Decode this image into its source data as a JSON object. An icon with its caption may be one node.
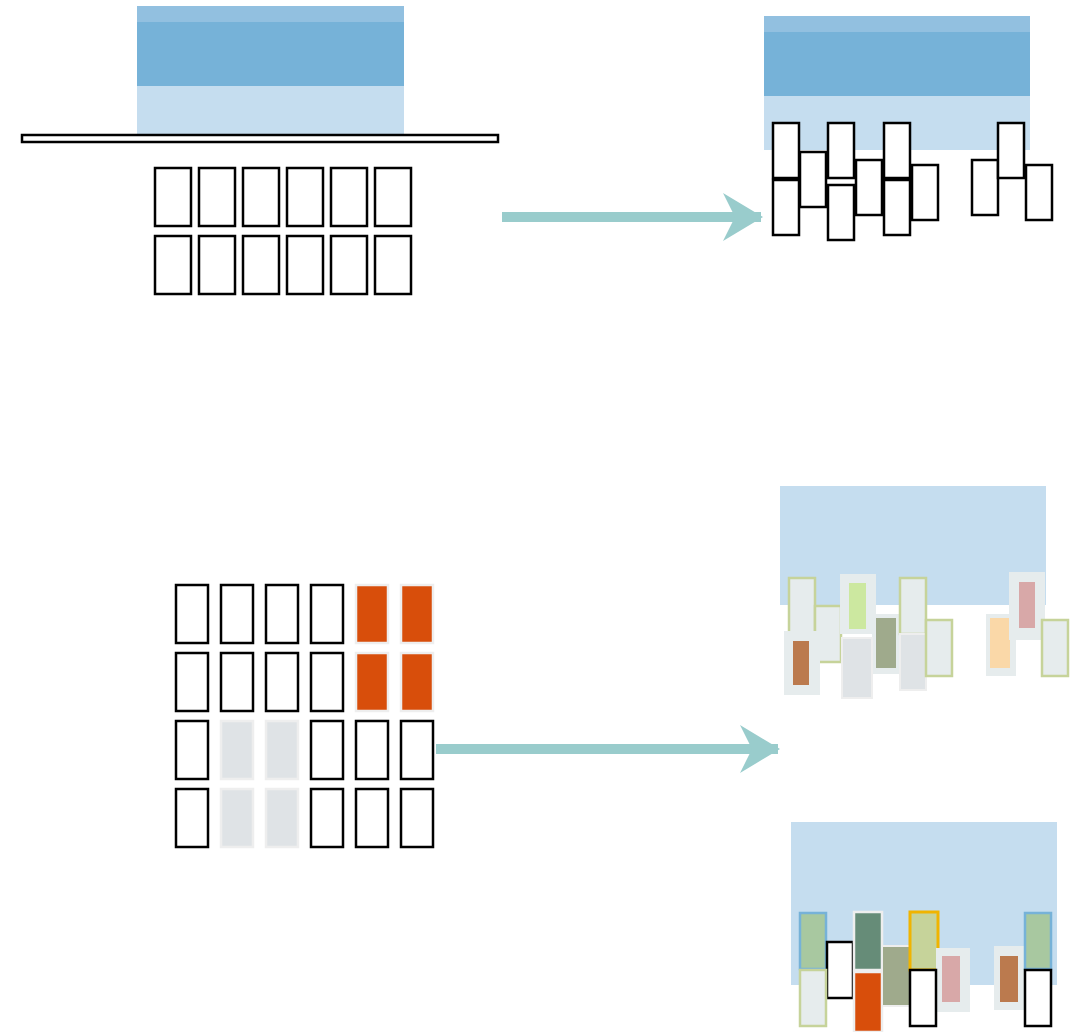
{
  "diagram": {
    "nodes": [
      {
        "text": [],
        "shape": "picture"
      },
      {
        "text": [],
        "shape": "picture"
      },
      {
        "text": [],
        "shape": "picture"
      },
      {
        "text": [],
        "shape": "box"
      },
      {
        "text": [],
        "shape": "box"
      }
    ],
    "edges": [
      {
        "from": 0,
        "to": 1,
        "arrow": "to"
      },
      {
        "from": 2,
        "to": 3,
        "arrow": "to"
      }
    ]
  }
}
